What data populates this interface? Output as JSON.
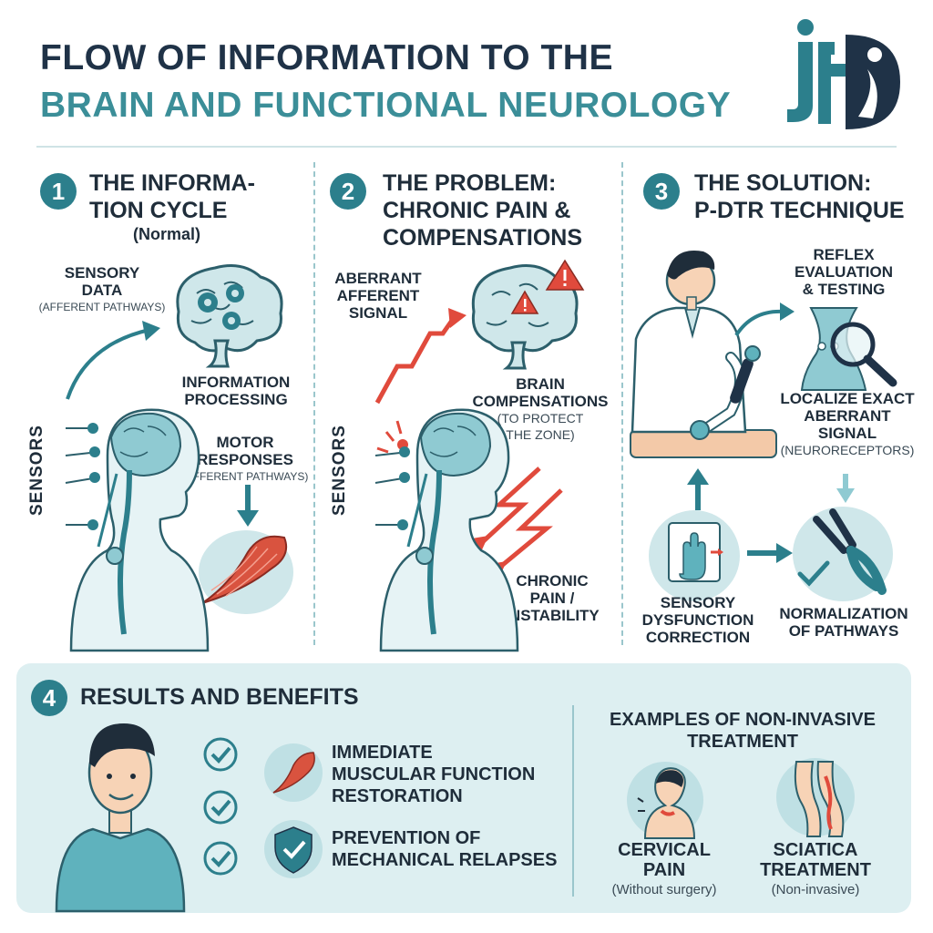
{
  "header": {
    "title_line1": "FLOW OF INFORMATION TO THE",
    "title_line2": "BRAIN AND FUNCTIONAL NEUROLOGY",
    "logo_text": "jf"
  },
  "colors": {
    "teal": "#2c7f8c",
    "teal_light": "#cfe7ea",
    "navy": "#1f3247",
    "red": "#e04a3c"
  },
  "section1": {
    "number": "1",
    "title_line1": "THE INFORMA-",
    "title_line2": "TION CYCLE",
    "subtitle": "(Normal)",
    "sensory_line1": "SENSORY",
    "sensory_line2": "DATA",
    "sensory_sub": "(AFFERENT PATHWAYS)",
    "processing_line1": "INFORMATION",
    "processing_line2": "PROCESSING",
    "motor_line1": "MOTOR",
    "motor_line2": "RESPONSES",
    "motor_sub": "(EFFERENT PATHWAYS)",
    "sensors": "SENSORS"
  },
  "section2": {
    "number": "2",
    "title_line1": "THE PROBLEM:",
    "title_line2": "CHRONIC PAIN &",
    "title_line3": "COMPENSATIONS",
    "aberrant_line1": "ABERRANT",
    "aberrant_line2": "AFFERENT",
    "aberrant_line3": "SIGNAL",
    "brain_line1": "BRAIN",
    "brain_line2": "COMPENSATIONS",
    "brain_sub1": "(TO PROTECT",
    "brain_sub2": "THE ZONE)",
    "chronic_line1": "CHRONIC",
    "chronic_line2": "PAIN /",
    "chronic_line3": "INSTABILITY",
    "sensors": "SENSORS"
  },
  "section3": {
    "number": "3",
    "title_line1": "THE SOLUTION:",
    "title_line2": "P-DTR TECHNIQUE",
    "reflex_line1": "REFLEX",
    "reflex_line2": "EVALUATION",
    "reflex_line3": "& TESTING",
    "localize_line1": "LOCALIZE EXACT",
    "localize_line2": "ABERRANT",
    "localize_line3": "SIGNAL",
    "localize_sub": "(NEURORECEPTORS)",
    "sensory_line1": "SENSORY",
    "sensory_line2": "DYSFUNCTION",
    "sensory_line3": "CORRECTION",
    "norm_line1": "NORMALIZATION",
    "norm_line2": "OF PATHWAYS"
  },
  "section4": {
    "number": "4",
    "title": "RESULTS AND BENEFITS",
    "benefit1_line1": "IMMEDIATE",
    "benefit1_line2": "MUSCULAR FUNCTION",
    "benefit1_line3": "RESTORATION",
    "benefit2_line1": "PREVENTION OF",
    "benefit2_line2": "MECHANICAL RELAPSES",
    "examples_line1": "EXAMPLES OF NON-INVASIVE",
    "examples_line2": "TREATMENT",
    "ex1_line1": "CERVICAL",
    "ex1_line2": "PAIN",
    "ex1_sub": "(Without surgery)",
    "ex2_line1": "SCIATICA",
    "ex2_line2": "TREATMENT",
    "ex2_sub": "(Non-invasive)"
  }
}
